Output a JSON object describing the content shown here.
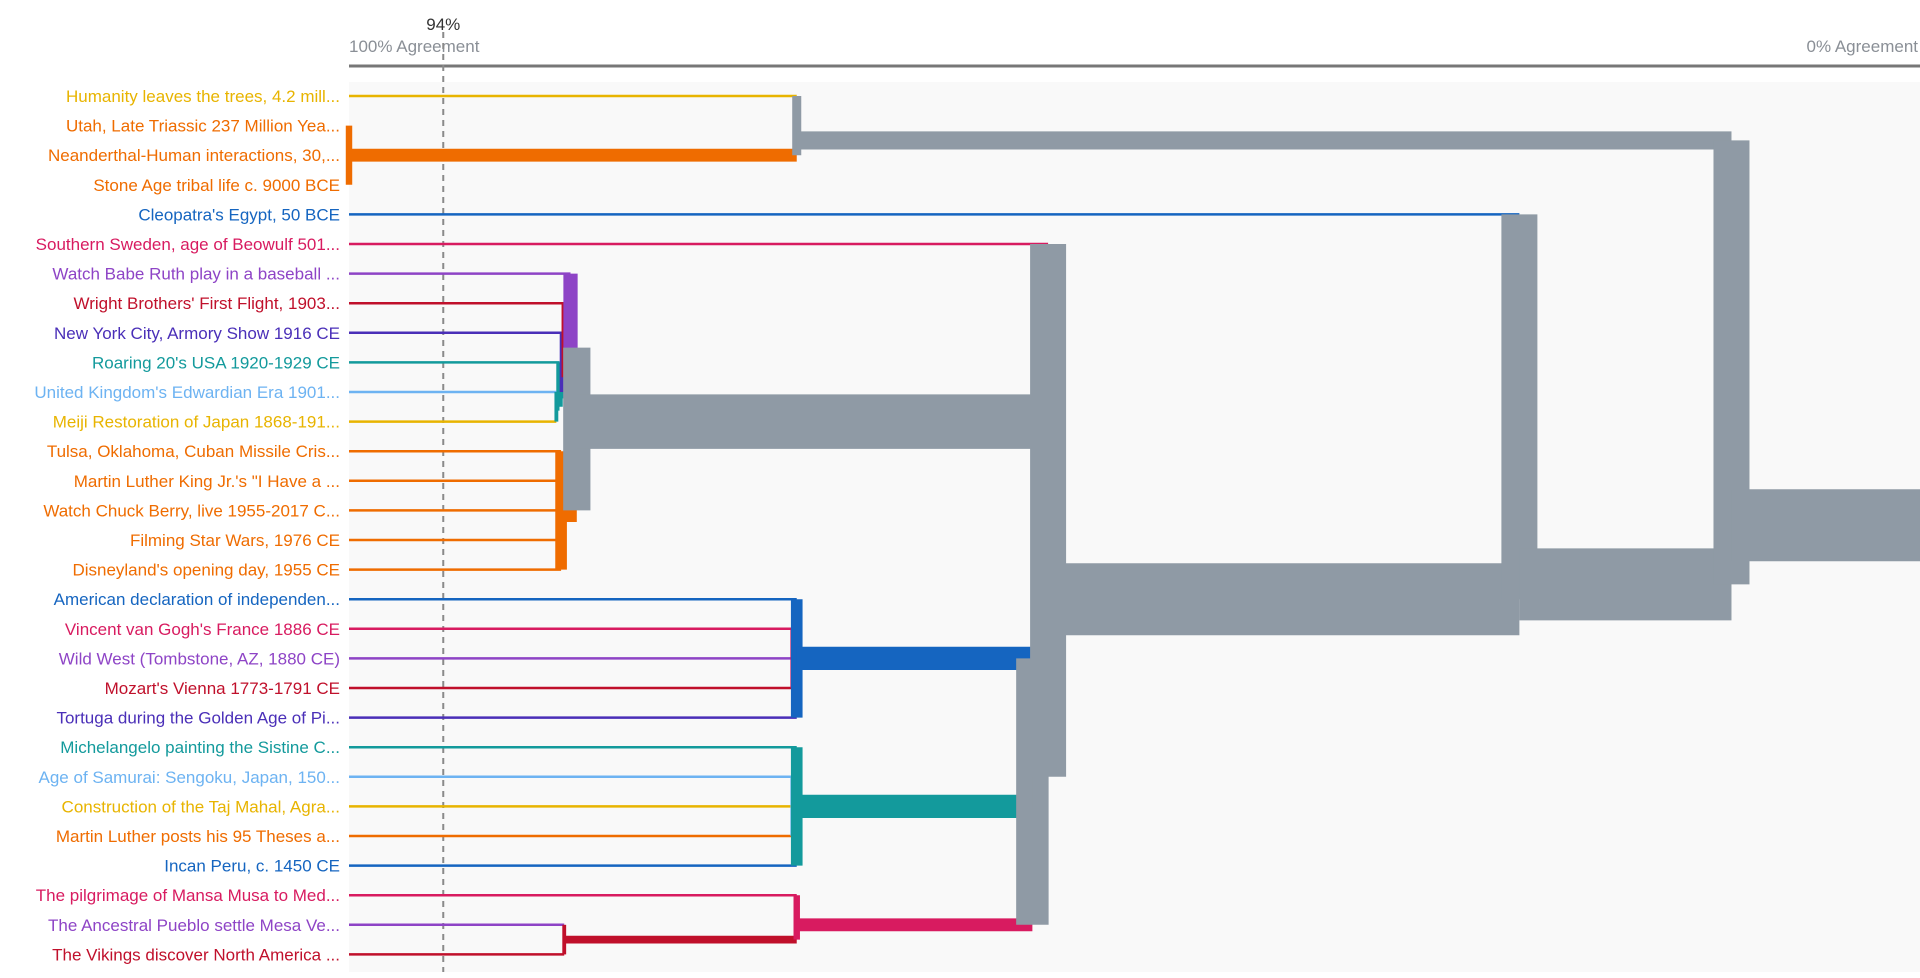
{
  "axis": {
    "left_label": "100% Agreement",
    "right_label": "0% Agreement",
    "cutoff_label": "94%"
  },
  "colors": {
    "trunk": "#8f9aa5",
    "plot_background": "#f9f9f9",
    "axis_line": "#777777",
    "cutoff_line": "#8a8a8a"
  },
  "chart_data": {
    "type": "dendrogram",
    "x_scale": "agreement percent, 100 at left to 0 at right",
    "cutoff_agreement": 94,
    "leaves": [
      {
        "label": "Humanity leaves the trees, 4.2 mill...",
        "color": "#e8b400"
      },
      {
        "label": "Utah, Late Triassic 237 Million Yea...",
        "color": "#ef6c00"
      },
      {
        "label": "Neanderthal-Human interactions, 30,...",
        "color": "#ef6c00"
      },
      {
        "label": "Stone Age tribal life c. 9000 BCE",
        "color": "#ef6c00"
      },
      {
        "label": "Cleopatra's Egypt, 50 BCE",
        "color": "#1565c0"
      },
      {
        "label": "Southern Sweden, age of Beowulf 501...",
        "color": "#d81b60"
      },
      {
        "label": "Watch Babe Ruth play in a baseball ...",
        "color": "#8e44c6"
      },
      {
        "label": "Wright Brothers' First Flight, 1903...",
        "color": "#c0102b"
      },
      {
        "label": "New York City, Armory Show 1916 CE",
        "color": "#4a2fb8"
      },
      {
        "label": "Roaring 20's USA 1920-1929 CE",
        "color": "#139a9c"
      },
      {
        "label": "United Kingdom's Edwardian Era 1901...",
        "color": "#6db3f2"
      },
      {
        "label": "Meiji Restoration of Japan 1868-191...",
        "color": "#e8b400"
      },
      {
        "label": "Tulsa, Oklahoma, Cuban Missile Cris...",
        "color": "#ef6c00"
      },
      {
        "label": "Martin Luther King Jr.'s \"I Have a ...",
        "color": "#ef6c00"
      },
      {
        "label": "Watch Chuck Berry, live 1955-2017 C...",
        "color": "#ef6c00"
      },
      {
        "label": "Filming Star Wars, 1976 CE",
        "color": "#ef6c00"
      },
      {
        "label": "Disneyland's opening day, 1955 CE",
        "color": "#ef6c00"
      },
      {
        "label": "American declaration of independen...",
        "color": "#1565c0"
      },
      {
        "label": "Vincent van Gogh's France 1886 CE",
        "color": "#d81b60"
      },
      {
        "label": "Wild West (Tombstone, AZ, 1880 CE)",
        "color": "#8e44c6"
      },
      {
        "label": "Mozart's Vienna 1773-1791 CE",
        "color": "#c0102b"
      },
      {
        "label": "Tortuga during the Golden Age of Pi...",
        "color": "#4a2fb8"
      },
      {
        "label": "Michelangelo painting the Sistine C...",
        "color": "#139a9c"
      },
      {
        "label": "Age of Samurai: Sengoku, Japan, 150...",
        "color": "#6db3f2"
      },
      {
        "label": "Construction of the Taj Mahal, Agra...",
        "color": "#e8b400"
      },
      {
        "label": "Martin Luther posts his 95 Theses a...",
        "color": "#ef6c00"
      },
      {
        "label": "Incan Peru, c. 1450 CE",
        "color": "#1565c0"
      },
      {
        "label": "The pilgrimage of Mansa Musa to Med...",
        "color": "#d81b60"
      },
      {
        "label": "The Ancestral Pueblo settle Mesa Ve...",
        "color": "#8e44c6"
      },
      {
        "label": "The Vikings discover North America ...",
        "color": "#c0102b"
      }
    ],
    "merges": [
      {
        "id": "G1",
        "children": [
          "L1",
          "L2",
          "L3"
        ],
        "agreement": 100,
        "color": "#ef6c00",
        "size": 3
      },
      {
        "id": "G2",
        "children": [
          "L0",
          "G1"
        ],
        "agreement": 71.5,
        "color": "trunk",
        "size": 4
      },
      {
        "id": "G3",
        "children": [
          "L12",
          "L13",
          "L14",
          "L15",
          "L16"
        ],
        "agreement": 86.5,
        "color": "#ef6c00",
        "size": 5
      },
      {
        "id": "M1",
        "children": [
          "L10",
          "L11"
        ],
        "agreement": 86.8,
        "color": "#139a9c",
        "size": 2
      },
      {
        "id": "M2",
        "children": [
          "L9",
          "M1"
        ],
        "agreement": 86.6,
        "color": "#139a9c",
        "size": 3
      },
      {
        "id": "M3",
        "children": [
          "L8",
          "M2"
        ],
        "agreement": 86.3,
        "color": "#4a2fb8",
        "size": 4
      },
      {
        "id": "M4",
        "children": [
          "L7",
          "M3"
        ],
        "agreement": 86.1,
        "color": "#c0102b",
        "size": 5
      },
      {
        "id": "M5",
        "children": [
          "L6",
          "M4"
        ],
        "agreement": 85.9,
        "color": "#8e44c6",
        "size": 6
      },
      {
        "id": "G4",
        "children": [
          "M5",
          "G3"
        ],
        "agreement": 85.5,
        "color": "trunk",
        "size": 11
      },
      {
        "id": "N1",
        "children": [
          "L18",
          "L19",
          "L20"
        ],
        "agreement": 71.7,
        "color": "#d81b60",
        "size": 3
      },
      {
        "id": "N2",
        "children": [
          "L17",
          "N1",
          "L21"
        ],
        "agreement": 71.5,
        "color": "#1565c0",
        "size": 5
      },
      {
        "id": "P1",
        "children": [
          "L23",
          "L24",
          "L25"
        ],
        "agreement": 71.7,
        "color": "#6db3f2",
        "size": 3
      },
      {
        "id": "P2",
        "children": [
          "L22",
          "P1",
          "L26"
        ],
        "agreement": 71.5,
        "color": "#139a9c",
        "size": 5
      },
      {
        "id": "Q1",
        "children": [
          "L28",
          "L29"
        ],
        "agreement": 86.3,
        "color": "#c0102b",
        "size": 2
      },
      {
        "id": "Q2",
        "children": [
          "L27",
          "Q1"
        ],
        "agreement": 71.5,
        "color": "#d81b60",
        "size": 3
      },
      {
        "id": "R1",
        "children": [
          "N2",
          "P2",
          "Q2"
        ],
        "agreement": 56.5,
        "color": "trunk",
        "size": 13
      },
      {
        "id": "S1",
        "children": [
          "G4",
          "L5",
          "R1"
        ],
        "agreement": 55.5,
        "color": "trunk",
        "size": 25
      },
      {
        "id": "S2",
        "children": [
          "S1",
          "L4"
        ],
        "agreement": 25.5,
        "color": "trunk",
        "size": 26
      },
      {
        "id": "ROOT",
        "children": [
          "S2",
          "G2"
        ],
        "agreement": 12,
        "color": "trunk",
        "size": 30
      }
    ]
  }
}
